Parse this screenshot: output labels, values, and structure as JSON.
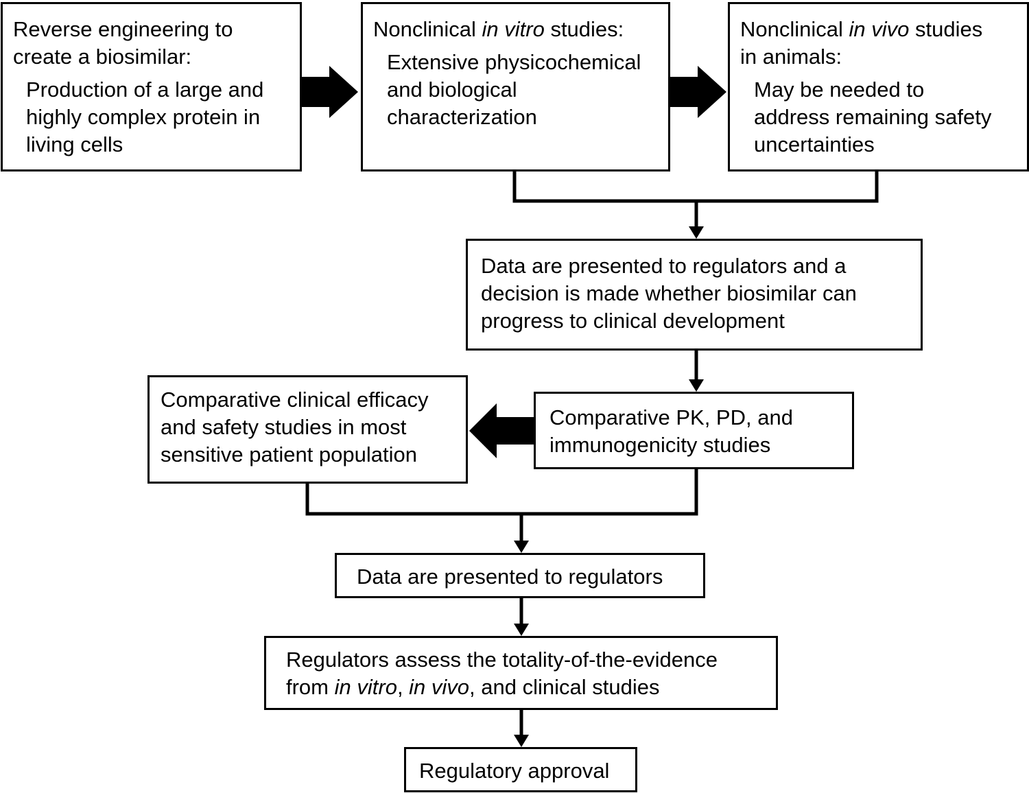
{
  "boxes": {
    "reverse_engineering": {
      "heading": [
        "Reverse engineering to",
        "create a biosimilar:"
      ],
      "body": [
        "Production of a large and",
        "highly complex protein in",
        "living cells"
      ]
    },
    "in_vitro": {
      "heading_prefix": "Nonclinical ",
      "heading_italic": "in vitro",
      "heading_suffix": " studies:",
      "body": [
        "Extensive physicochemical",
        "and biological",
        "characterization"
      ]
    },
    "in_vivo": {
      "heading_prefix": "Nonclinical ",
      "heading_italic": "in vivo",
      "heading_suffix": " studies",
      "heading_line2": "in animals:",
      "body": [
        "May be needed to",
        "address remaining safety",
        "uncertainties"
      ]
    },
    "decision": {
      "lines": [
        "Data are presented to regulators and a",
        "decision is made whether biosimilar can",
        "progress to clinical development"
      ]
    },
    "pk_pd": {
      "lines": [
        "Comparative PK, PD, and",
        "immunogenicity studies"
      ]
    },
    "efficacy": {
      "lines": [
        "Comparative clinical efficacy",
        "and safety studies in most",
        "sensitive patient population"
      ]
    },
    "presented": {
      "text": "Data are presented to regulators"
    },
    "totality": {
      "line1": "Regulators assess the totality-of-the-evidence",
      "line2_prefix": "from ",
      "line2_italic1": "in vitro",
      "line2_sep": ", ",
      "line2_italic2": "in vivo",
      "line2_suffix": ", and clinical studies"
    },
    "approval": {
      "text": "Regulatory approval"
    }
  }
}
